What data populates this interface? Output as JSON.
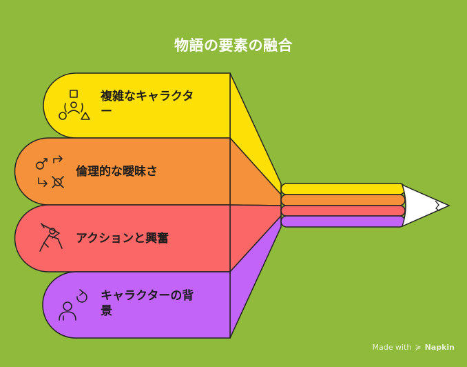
{
  "title": "物語の要素の融合",
  "items": [
    {
      "label_line1": "複雑なキャラクタ",
      "label_line2": "ー",
      "color": "#fde006",
      "icon": "shapes-people-icon"
    },
    {
      "label_line1": "倫理的な曖昧さ",
      "label_line2": "",
      "color": "#f5913a",
      "icon": "gender-arrows-icon"
    },
    {
      "label_line1": "アクションと興奮",
      "label_line2": "",
      "color": "#fb6766",
      "icon": "fencing-icon"
    },
    {
      "label_line1": "キャラクターの背",
      "label_line2": "景",
      "color": "#c264f7",
      "icon": "person-thought-icon"
    }
  ],
  "pencil_tip_color": "#ffffff",
  "watermark": {
    "prefix": "Made with",
    "brand": "Napkin"
  }
}
